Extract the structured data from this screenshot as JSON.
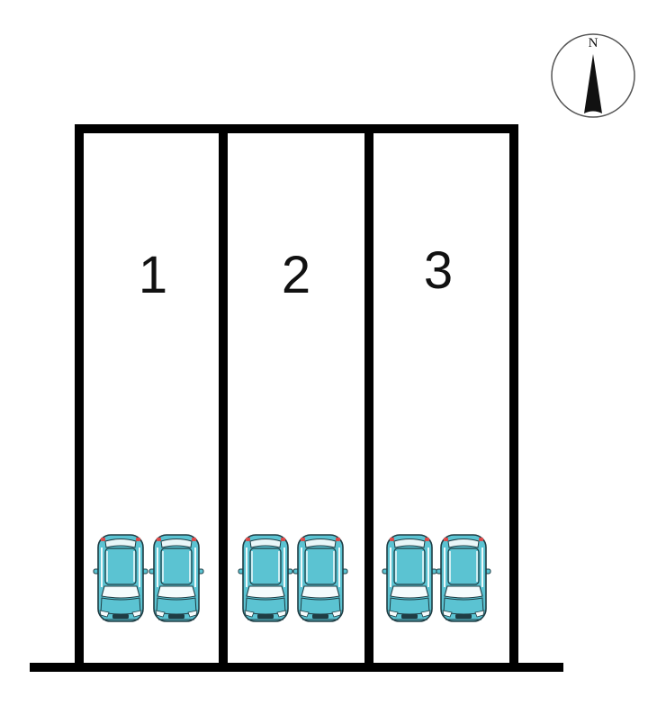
{
  "compass": {
    "label": "N"
  },
  "lots": [
    {
      "number": "1",
      "cars": 2
    },
    {
      "number": "2",
      "cars": 2
    },
    {
      "number": "3",
      "cars": 2
    }
  ],
  "colors": {
    "line": "#000000",
    "car_body": "#5bc3d2",
    "car_outline": "#1f3d44",
    "car_glass": "#e8f6f8",
    "car_light": "#d94a4a"
  }
}
